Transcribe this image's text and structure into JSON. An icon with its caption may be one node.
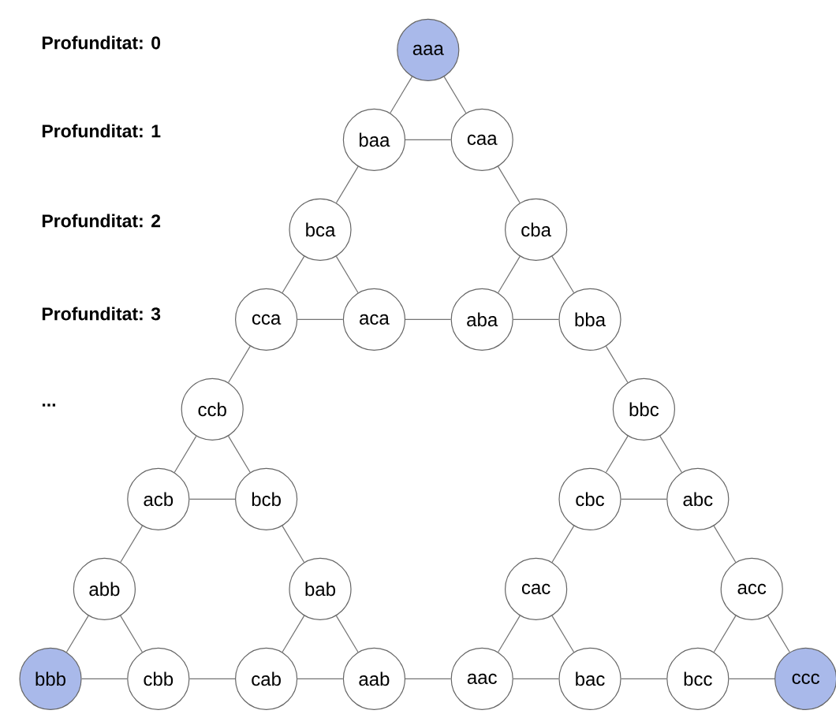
{
  "diagram": {
    "nodes": [
      {
        "text": [
          "aaa"
        ]
      },
      {
        "text": [
          "baa"
        ]
      },
      {
        "text": [
          "caa"
        ]
      },
      {
        "text": [
          "bca"
        ]
      },
      {
        "text": [
          "cba"
        ]
      },
      {
        "text": [
          "cca"
        ]
      },
      {
        "text": [
          "aca"
        ]
      },
      {
        "text": [
          "aba"
        ]
      },
      {
        "text": [
          "bba"
        ]
      },
      {
        "text": [
          "ccb"
        ]
      },
      {
        "text": [
          "bbc"
        ]
      },
      {
        "text": [
          "acb"
        ]
      },
      {
        "text": [
          "bcb"
        ]
      },
      {
        "text": [
          "cbc"
        ]
      },
      {
        "text": [
          "abc"
        ]
      },
      {
        "text": [
          "abb"
        ]
      },
      {
        "text": [
          "bab"
        ]
      },
      {
        "text": [
          "cac"
        ]
      },
      {
        "text": [
          "acc"
        ]
      },
      {
        "text": [
          "bbb"
        ]
      },
      {
        "text": [
          "cbb"
        ]
      },
      {
        "text": [
          "cab"
        ]
      },
      {
        "text": [
          "aab"
        ]
      },
      {
        "text": [
          "aac"
        ]
      },
      {
        "text": [
          "bac"
        ]
      },
      {
        "text": [
          "bcc"
        ]
      },
      {
        "text": [
          "ccc"
        ]
      }
    ],
    "edges": [
      {
        "from": 0,
        "to": 1,
        "arrow": "none"
      },
      {
        "from": 0,
        "to": 2,
        "arrow": "none"
      },
      {
        "from": 1,
        "to": 2,
        "arrow": "none"
      },
      {
        "from": 1,
        "to": 3,
        "arrow": "none"
      },
      {
        "from": 2,
        "to": 4,
        "arrow": "none"
      },
      {
        "from": 3,
        "to": 5,
        "arrow": "none"
      },
      {
        "from": 3,
        "to": 6,
        "arrow": "none"
      },
      {
        "from": 5,
        "to": 6,
        "arrow": "none"
      },
      {
        "from": 4,
        "to": 7,
        "arrow": "none"
      },
      {
        "from": 4,
        "to": 8,
        "arrow": "none"
      },
      {
        "from": 7,
        "to": 8,
        "arrow": "none"
      },
      {
        "from": 6,
        "to": 7,
        "arrow": "none"
      },
      {
        "from": 5,
        "to": 9,
        "arrow": "none"
      },
      {
        "from": 8,
        "to": 10,
        "arrow": "none"
      },
      {
        "from": 9,
        "to": 11,
        "arrow": "none"
      },
      {
        "from": 9,
        "to": 12,
        "arrow": "none"
      },
      {
        "from": 11,
        "to": 12,
        "arrow": "none"
      },
      {
        "from": 10,
        "to": 13,
        "arrow": "none"
      },
      {
        "from": 10,
        "to": 14,
        "arrow": "none"
      },
      {
        "from": 13,
        "to": 14,
        "arrow": "none"
      },
      {
        "from": 11,
        "to": 15,
        "arrow": "none"
      },
      {
        "from": 12,
        "to": 16,
        "arrow": "none"
      },
      {
        "from": 13,
        "to": 17,
        "arrow": "none"
      },
      {
        "from": 14,
        "to": 18,
        "arrow": "none"
      },
      {
        "from": 15,
        "to": 19,
        "arrow": "none"
      },
      {
        "from": 15,
        "to": 20,
        "arrow": "none"
      },
      {
        "from": 19,
        "to": 20,
        "arrow": "none"
      },
      {
        "from": 16,
        "to": 21,
        "arrow": "none"
      },
      {
        "from": 16,
        "to": 22,
        "arrow": "none"
      },
      {
        "from": 21,
        "to": 22,
        "arrow": "none"
      },
      {
        "from": 17,
        "to": 23,
        "arrow": "none"
      },
      {
        "from": 17,
        "to": 24,
        "arrow": "none"
      },
      {
        "from": 23,
        "to": 24,
        "arrow": "none"
      },
      {
        "from": 18,
        "to": 25,
        "arrow": "none"
      },
      {
        "from": 18,
        "to": 26,
        "arrow": "none"
      },
      {
        "from": 25,
        "to": 26,
        "arrow": "none"
      },
      {
        "from": 20,
        "to": 21,
        "arrow": "none"
      },
      {
        "from": 22,
        "to": 23,
        "arrow": "none"
      },
      {
        "from": 24,
        "to": 25,
        "arrow": "none"
      }
    ],
    "labels": [
      "Profunditat: 0",
      "Profunditat: 1",
      "Profunditat: 2",
      "Profunditat: 3",
      "..."
    ]
  }
}
